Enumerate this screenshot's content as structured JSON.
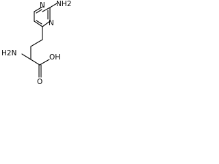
{
  "molecule": {
    "labels": {
      "ring_n_top": "N",
      "ring_n_bottom": "N",
      "amino_ring": "NH2",
      "amino_alpha": "H2N",
      "hydroxyl": "OH",
      "carbonyl_o": "O"
    }
  }
}
